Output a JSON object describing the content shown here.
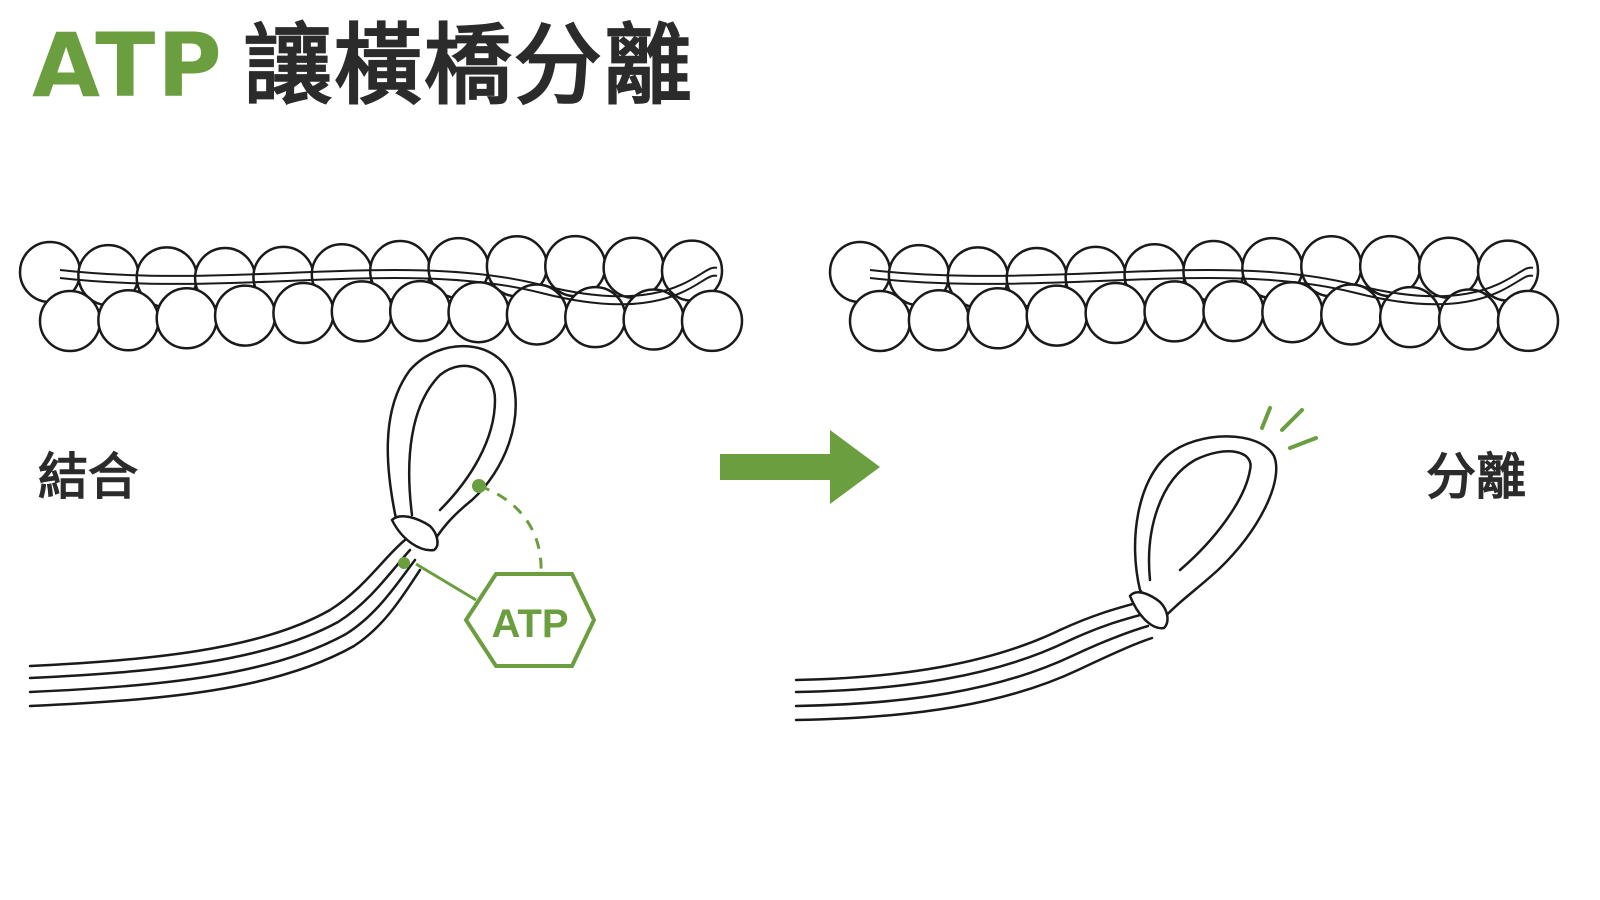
{
  "title": {
    "accent": "ATP",
    "main": "讓橫橋分離"
  },
  "labels": {
    "bound": "結合",
    "detached": "分離"
  },
  "atp_badge": "ATP",
  "colors": {
    "accent": "#6a9e3f",
    "ink": "#2b2b2b"
  }
}
